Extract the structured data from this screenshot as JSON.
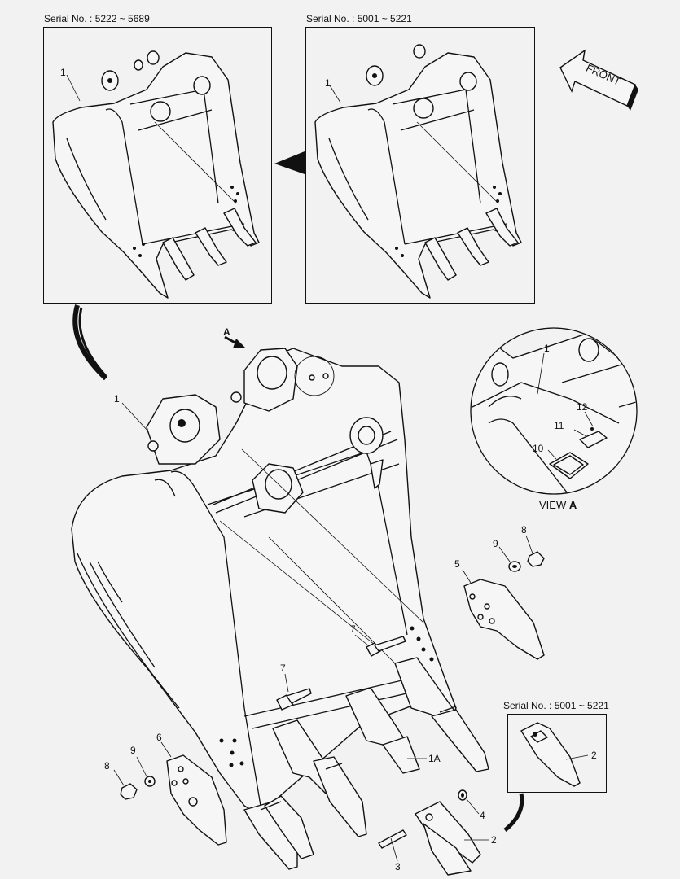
{
  "serial_top_left": "Serial No. : 5222 ~ 5689",
  "serial_top_right": "Serial No. : 5001 ~ 5221",
  "serial_tooth_box": "Serial No. : 5001 ~ 5221",
  "front_label": "FRONT",
  "view_a": {
    "prefix": "VIEW ",
    "letter": "A"
  },
  "arrow_a": "A",
  "callouts": {
    "tl_1": "1",
    "tr_1": "1",
    "main_1": "1",
    "view_1": "1",
    "c10": "10",
    "c11": "11",
    "c12": "12",
    "c9_right": "9",
    "c8_right": "8",
    "c5": "5",
    "c7_upper": "7",
    "c7_lower": "7",
    "c6": "6",
    "c9_left": "9",
    "c8_left": "8",
    "c1A": "1A",
    "c4": "4",
    "c2_main": "2",
    "c3": "3",
    "c2_box": "2"
  }
}
